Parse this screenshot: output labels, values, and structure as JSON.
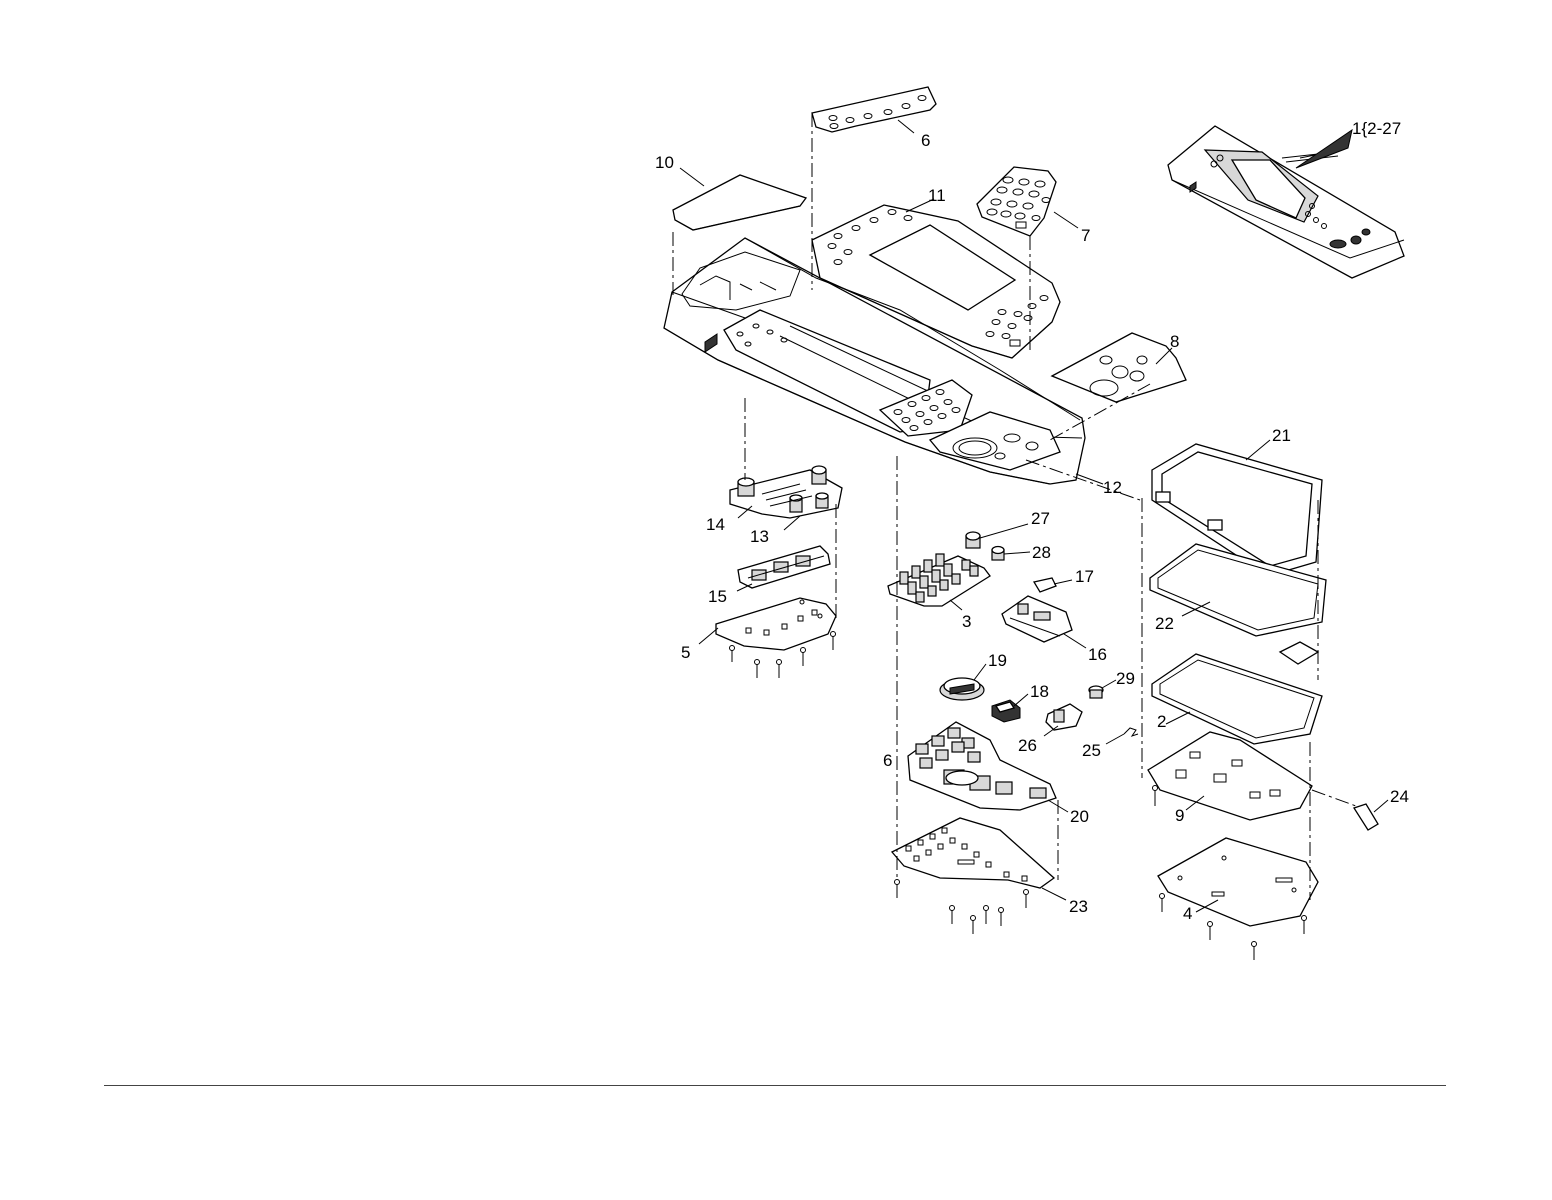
{
  "callouts": [
    {
      "id": "kit",
      "text": "1{2-27"
    },
    {
      "id": "p2",
      "text": "2"
    },
    {
      "id": "p3",
      "text": "3"
    },
    {
      "id": "p4",
      "text": "4"
    },
    {
      "id": "p5",
      "text": "5"
    },
    {
      "id": "p6",
      "text": "6"
    },
    {
      "id": "p7",
      "text": "7"
    },
    {
      "id": "p8",
      "text": "8"
    },
    {
      "id": "p9",
      "text": "9"
    },
    {
      "id": "p10",
      "text": "10"
    },
    {
      "id": "p11",
      "text": "11"
    },
    {
      "id": "p12",
      "text": "12"
    },
    {
      "id": "p13",
      "text": "13"
    },
    {
      "id": "p14",
      "text": "14"
    },
    {
      "id": "p15",
      "text": "15"
    },
    {
      "id": "p16",
      "text": "16"
    },
    {
      "id": "p17",
      "text": "17"
    },
    {
      "id": "p18",
      "text": "18"
    },
    {
      "id": "p19",
      "text": "19"
    },
    {
      "id": "p20",
      "text": "20"
    },
    {
      "id": "p21",
      "text": "21"
    },
    {
      "id": "p22",
      "text": "22"
    },
    {
      "id": "p23",
      "text": "23"
    },
    {
      "id": "p24",
      "text": "24"
    },
    {
      "id": "p25",
      "text": "25"
    },
    {
      "id": "p26",
      "text": "26"
    },
    {
      "id": "p27",
      "text": "27"
    },
    {
      "id": "p28",
      "text": "28"
    },
    {
      "id": "p29",
      "text": "29"
    },
    {
      "id": "p6b",
      "text": "6"
    }
  ]
}
